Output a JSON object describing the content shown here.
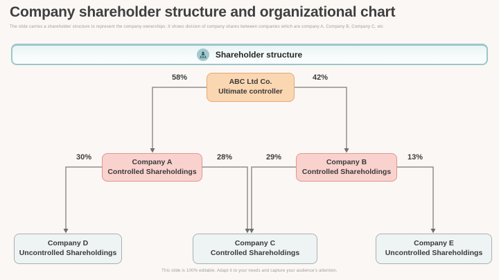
{
  "header": {
    "title": "Company shareholder structure and organizational chart",
    "subtitle": "The slide carries a shareholder structure to represent the company ownerships. It shows division of company shares between companies which are company A, Company B, Company C, etc"
  },
  "banner": {
    "label": "Shareholder structure",
    "icon": "people-icon"
  },
  "nodes": {
    "abc": {
      "title": "ABC Ltd Co.",
      "subtitle": "Ultimate controller"
    },
    "a": {
      "title": "Company A",
      "subtitle": "Controlled Shareholdings"
    },
    "b": {
      "title": "Company B",
      "subtitle": "Controlled Shareholdings"
    },
    "c": {
      "title": "Company C",
      "subtitle": "Controlled Shareholdings"
    },
    "d": {
      "title": "Company D",
      "subtitle": "Uncontrolled Shareholdings"
    },
    "e": {
      "title": "Company E",
      "subtitle": "Uncontrolled Shareholdings"
    }
  },
  "edges": {
    "abc_a": "58%",
    "abc_b": "42%",
    "a_d": "30%",
    "a_c": "28%",
    "b_c": "29%",
    "b_e": "13%"
  },
  "footer": {
    "note": "This slide is 100% editable. Adapt it to your needs and capture your audience's attention."
  },
  "colors": {
    "page_bg": "#fbf7f4",
    "title_color": "#3f3f3f",
    "accent_teal": "#9cc6c8",
    "icon_circle": "#a3c9cd",
    "root_fill": "#fbd7b1",
    "root_border": "#e2a87a",
    "controlled_fill": "#f9d2ce",
    "controlled_border": "#e0958f",
    "uncontrolled_fill": "#eef3f3",
    "uncontrolled_border": "#a6b2b2",
    "connector": "#8f8f8f",
    "arrowhead": "#6e6e6e"
  }
}
